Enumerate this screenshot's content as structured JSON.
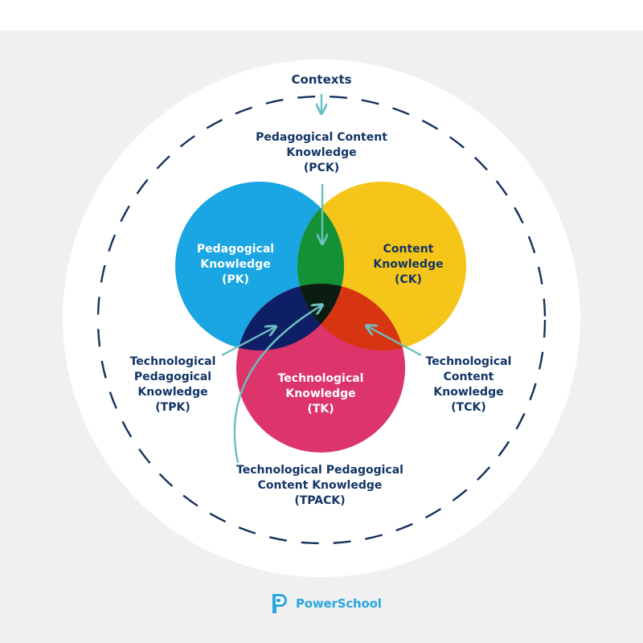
{
  "diagram": {
    "contexts_label": "Contexts",
    "circles": {
      "pk": {
        "label": "Pedagogical\nKnowledge\n(PK)",
        "color": "#1aa5e3"
      },
      "ck": {
        "label": "Content\nKnowledge\n(CK)",
        "color": "#f5c519"
      },
      "tk": {
        "label": "Technological\nKnowledge\n(TK)",
        "color": "#dc346b"
      }
    },
    "overlaps": {
      "pck": {
        "label": "Pedagogical Content\nKnowledge\n(PCK)",
        "color": "#149135"
      },
      "tpk": {
        "label": "Technological\nPedagogical\nKnowledge\n(TPK)",
        "color": "#0e1f66"
      },
      "tck": {
        "label": "Technological\nContent\nKnowledge\n(TCK)",
        "color": "#d73511"
      },
      "tpack": {
        "label": "Technological Pedagogical\nContent Knowledge\n(TPACK)",
        "color": "#0b1d13"
      }
    },
    "colors": {
      "text_dark": "#123566",
      "arrow": "#6cc0c0",
      "dashed_ring": "#14315c",
      "background": "#f0f0f0",
      "outer_disc": "#ffffff"
    }
  },
  "footer": {
    "brand": "PowerSchool",
    "logo_icon": "powerschool-p-icon",
    "brand_color": "#29a6e0"
  }
}
